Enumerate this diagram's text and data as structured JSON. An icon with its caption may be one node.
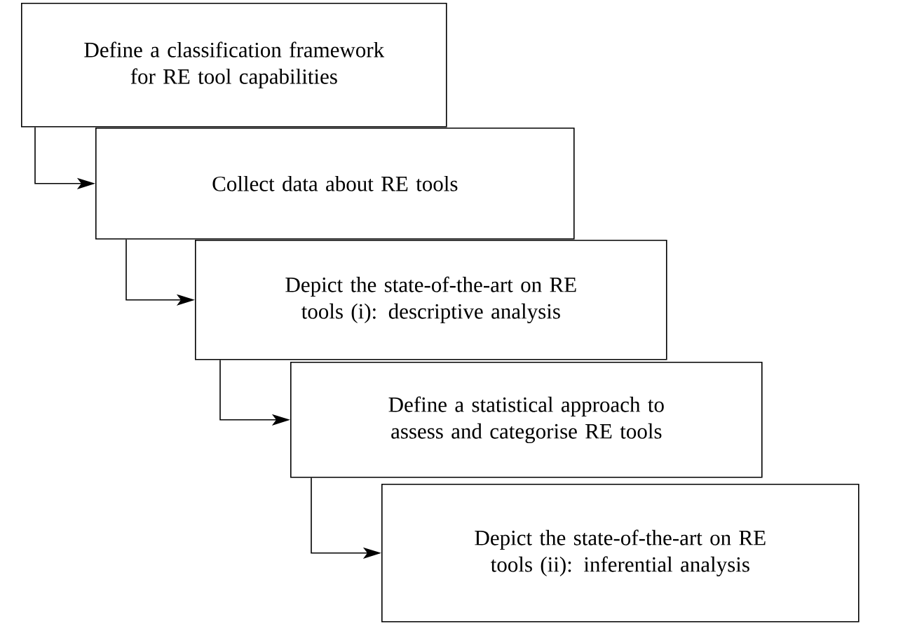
{
  "diagram": {
    "nodes": [
      {
        "text": [
          "Define a classification framework for RE tool capabilities"
        ]
      },
      {
        "text": [
          "Collect data about RE tools"
        ]
      },
      {
        "text": [
          "Depict the state-of-the-art on RE tools (i): descriptive analysis"
        ]
      },
      {
        "text": [
          "Define a statistical approach to assess and categorise RE tools"
        ]
      },
      {
        "text": [
          "Depict the state-of-the-art on RE tools (ii): inferential analysis"
        ]
      }
    ],
    "edges": [
      {
        "from": 0,
        "to": 1,
        "arrow": "to"
      },
      {
        "from": 1,
        "to": 2,
        "arrow": "to"
      },
      {
        "from": 2,
        "to": 3,
        "arrow": "to"
      },
      {
        "from": 3,
        "to": 4,
        "arrow": "to"
      }
    ]
  }
}
